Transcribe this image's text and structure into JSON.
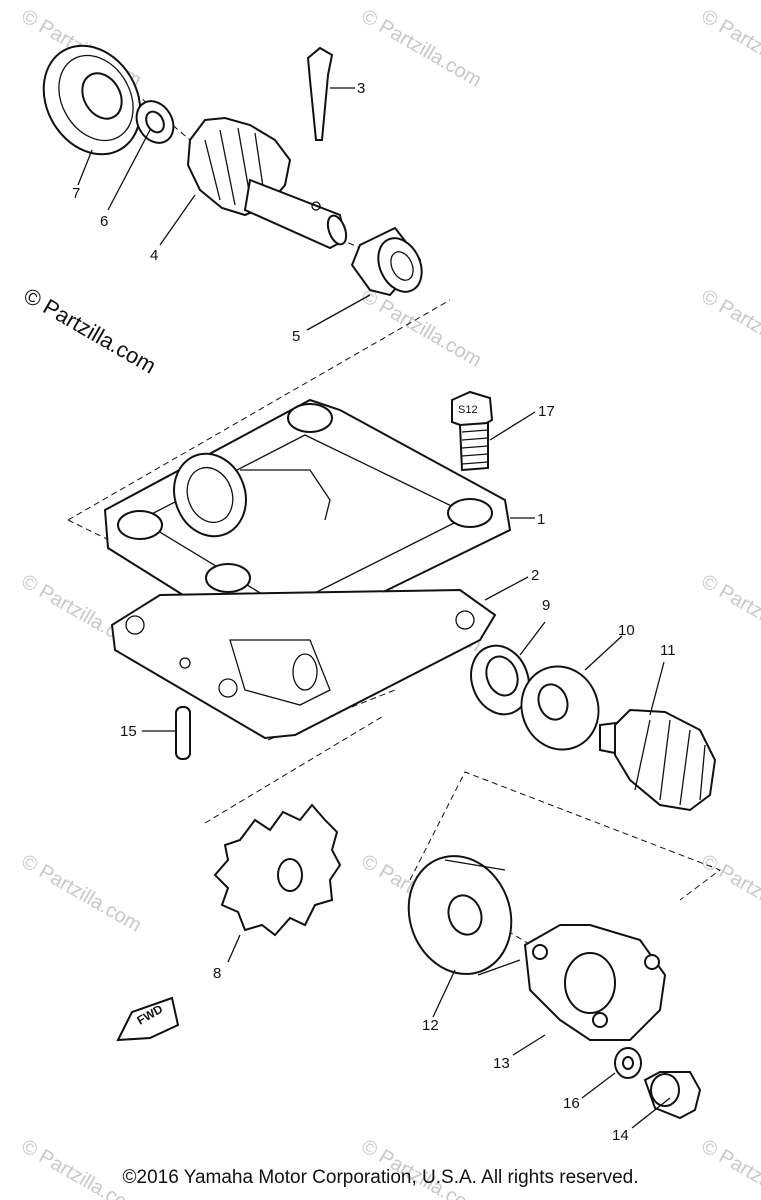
{
  "watermark": {
    "main": "© Partzilla.com",
    "tiled": "© Partzilla.com"
  },
  "callouts": {
    "c1": "1",
    "c2": "2",
    "c3": "3",
    "c4": "4",
    "c5": "5",
    "c6": "6",
    "c7": "7",
    "c8": "8",
    "c9": "9",
    "c10": "10",
    "c11": "11",
    "c12": "12",
    "c13": "13",
    "c14": "14",
    "c15": "15",
    "c16": "16",
    "c17": "17"
  },
  "bolt_head_mark": "S12",
  "fwd_arrow_label": "FWD",
  "copyright": "©2016  Yamaha Motor Corporation, U.S.A. All rights reserved."
}
